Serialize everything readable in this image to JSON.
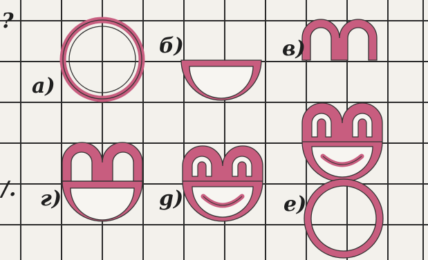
{
  "colors": {
    "paper": "#f3f1ec",
    "grid": "#2a2a2a",
    "shape_fill": "#c85d7f",
    "shape_inner": "#f7f5f1"
  },
  "labels": {
    "a": "а)",
    "b": "б)",
    "v": "в)",
    "g": "г)",
    "d": "g)",
    "e": "е)",
    "edge_top": "?",
    "edge_mid": "/."
  }
}
